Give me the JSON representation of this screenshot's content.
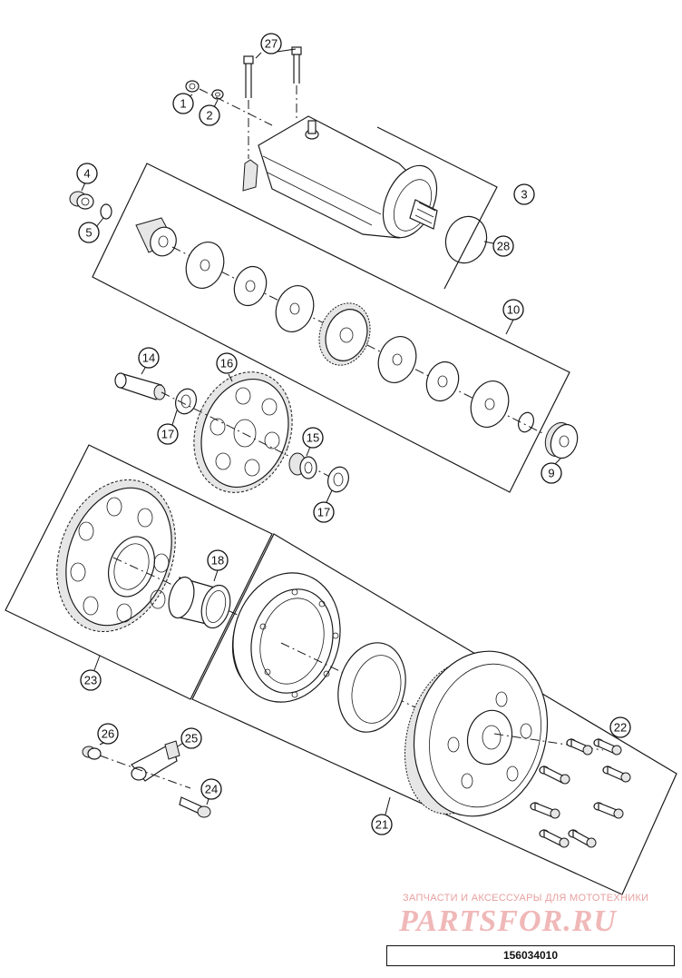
{
  "callouts": [
    {
      "id": "c1",
      "label": "1"
    },
    {
      "id": "c2",
      "label": "2"
    },
    {
      "id": "c3",
      "label": "3"
    },
    {
      "id": "c4",
      "label": "4"
    },
    {
      "id": "c5",
      "label": "5"
    },
    {
      "id": "c9",
      "label": "9"
    },
    {
      "id": "c10",
      "label": "10"
    },
    {
      "id": "c14",
      "label": "14"
    },
    {
      "id": "c15",
      "label": "15"
    },
    {
      "id": "c16",
      "label": "16"
    },
    {
      "id": "c17a",
      "label": "17"
    },
    {
      "id": "c17b",
      "label": "17"
    },
    {
      "id": "c18",
      "label": "18"
    },
    {
      "id": "c21",
      "label": "21"
    },
    {
      "id": "c22",
      "label": "22"
    },
    {
      "id": "c23",
      "label": "23"
    },
    {
      "id": "c24",
      "label": "24"
    },
    {
      "id": "c25",
      "label": "25"
    },
    {
      "id": "c26",
      "label": "26"
    },
    {
      "id": "c27",
      "label": "27"
    },
    {
      "id": "c28",
      "label": "28"
    }
  ],
  "watermark": {
    "line1": "ЗАПЧАСТИ И АКСЕССУАРЫ ДЛЯ МОТОТЕХНИКИ",
    "line2": "PARTSFOR.RU"
  },
  "drawing_number": "156034010"
}
